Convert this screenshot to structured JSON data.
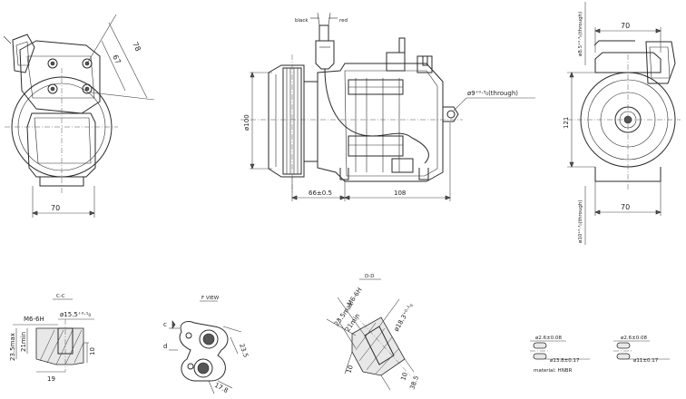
{
  "labels": {
    "wire_black": "black",
    "wire_red": "red",
    "left_h_dim": "70",
    "left_dim_78": "78",
    "left_dim_67": "67",
    "center_dia100": "ø100",
    "center_dim_66": "66±0.5",
    "center_dim_108": "108",
    "center_through_hole": "ø9⁺⁰·³₀(through)",
    "right_top_through": "ø8.5⁺⁰·³₀(through)",
    "right_top_70": "70",
    "right_height_121": "121",
    "right_bottom_through": "ø10⁺⁰·³₀(through)",
    "right_bottom_70": "70",
    "section_cc": "C-C",
    "section_fview": "F VIEW",
    "section_dd": "D-D",
    "cc_thread": "M6-6H",
    "cc_dia": "ø15.5⁺⁰·¹₀",
    "cc_23max": "23.5max",
    "cc_21min": "21min",
    "cc_10": "10",
    "cc_19": "19",
    "f_c": "c",
    "f_d": "d",
    "f_23_5": "23.5",
    "f_17_8": "17.8",
    "dd_thread": "M6-6H",
    "dd_23max": "23.5max",
    "dd_21min": "21min",
    "dd_dia": "ø18.3⁺⁰·¹₀",
    "dd_10": "10",
    "dd_38_5": "38.5",
    "dd_10b": "10",
    "oring1_wire": "ø2.6±0.08",
    "oring1_od": "ø13.8±0.17",
    "oring1_material": "material: HNBR",
    "oring2_wire": "ø2.6±0.08",
    "oring2_od": "ø11±0.17"
  }
}
